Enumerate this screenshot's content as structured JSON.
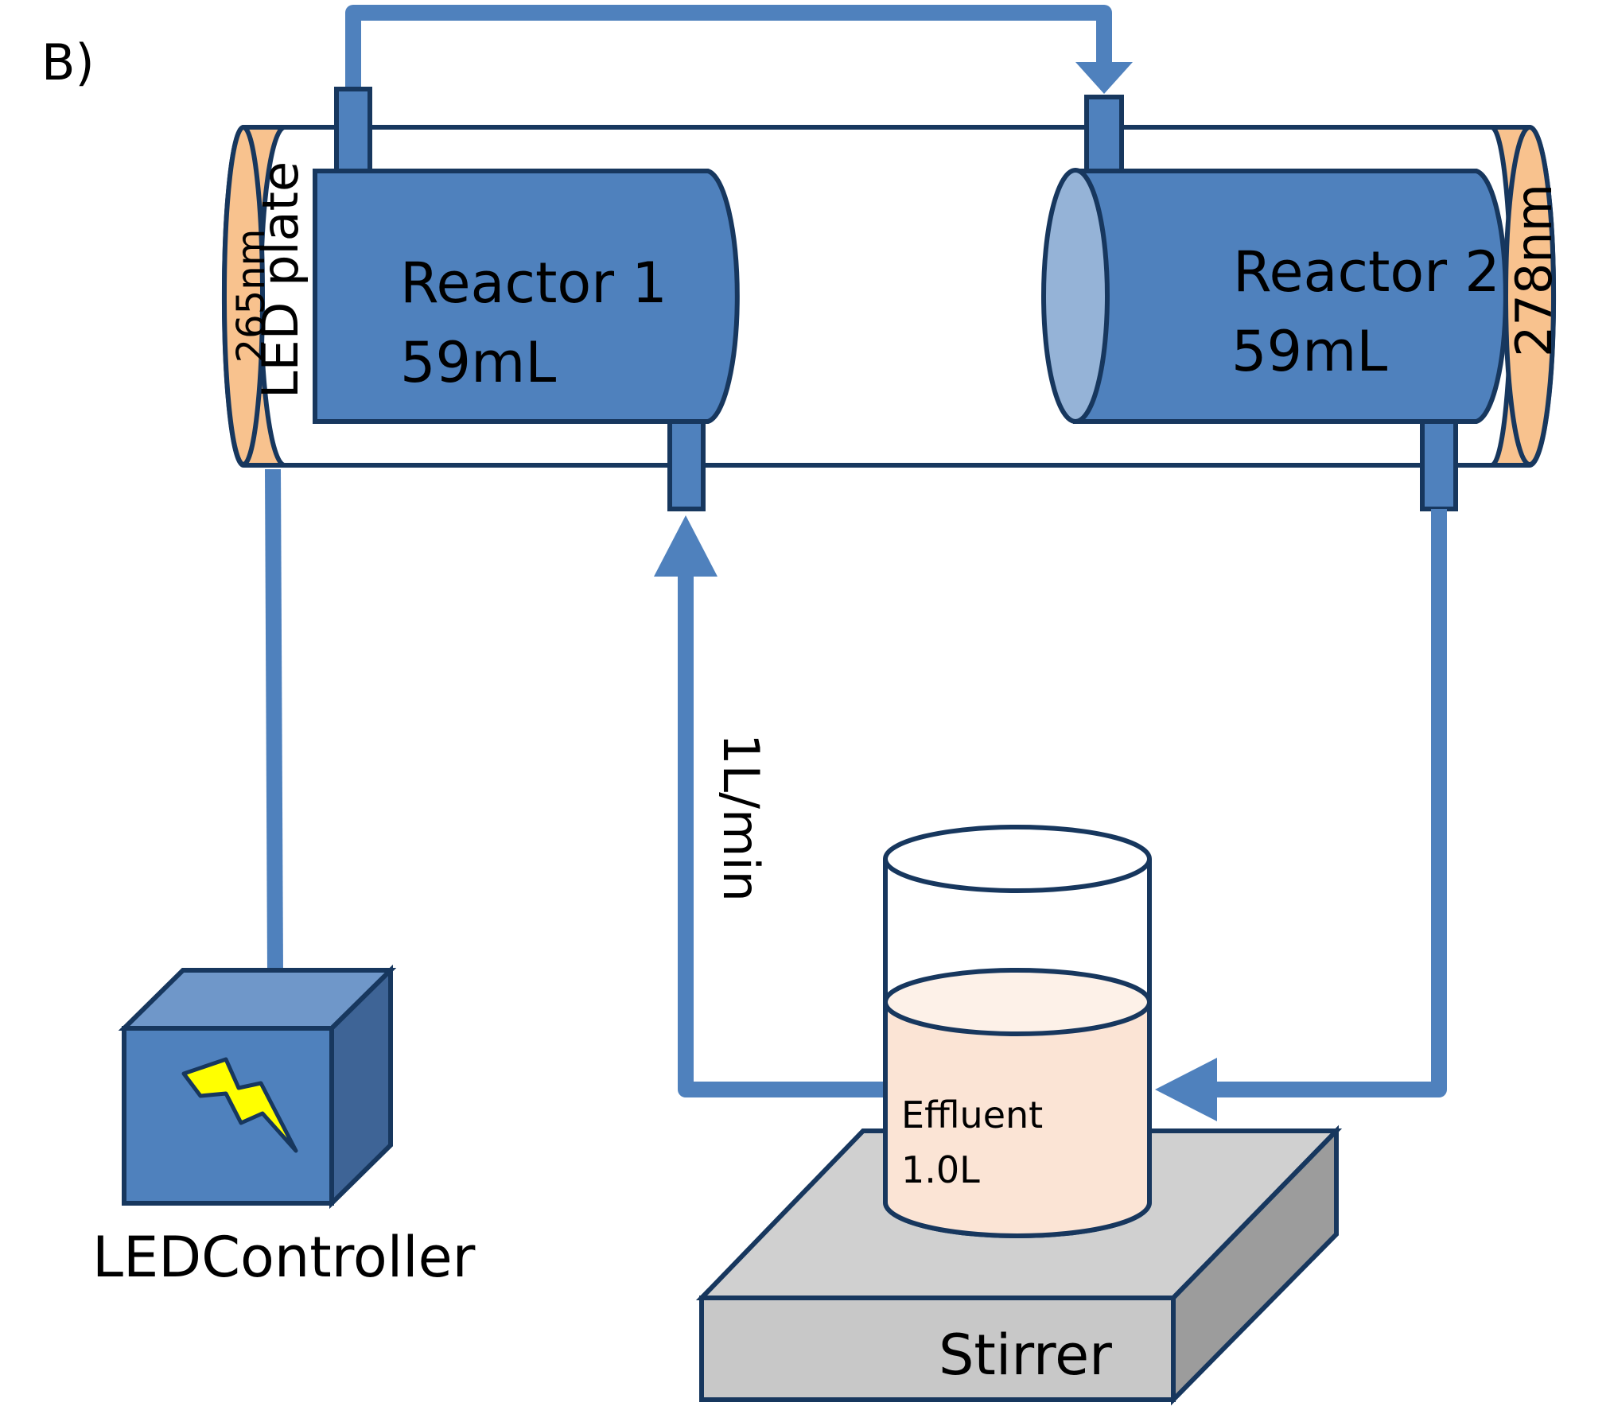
{
  "panel_label": "B)",
  "reactor1": {
    "name": "Reactor 1",
    "volume": "59mL"
  },
  "reactor2": {
    "name": "Reactor 2",
    "volume": "59mL"
  },
  "led_left": {
    "wavelength": "265nm",
    "label": "LED plate"
  },
  "led_right": {
    "wavelength": "278nm"
  },
  "flow_rate": "1L/min",
  "controller_label": "LEDController",
  "beaker": {
    "name": "Effluent",
    "volume": "1.0L"
  },
  "stirrer_label": "Stirrer",
  "colors": {
    "reactor_blue": "#4f81bd",
    "outline": "#17375e",
    "led_orange": "#f8c28e",
    "liquid": "#fbe4d5",
    "stirrer_gray": "#c8c8c8",
    "bolt_yellow": "#ffff00"
  },
  "icons": [
    "lightning-bolt-icon",
    "flow-arrow-icon"
  ]
}
